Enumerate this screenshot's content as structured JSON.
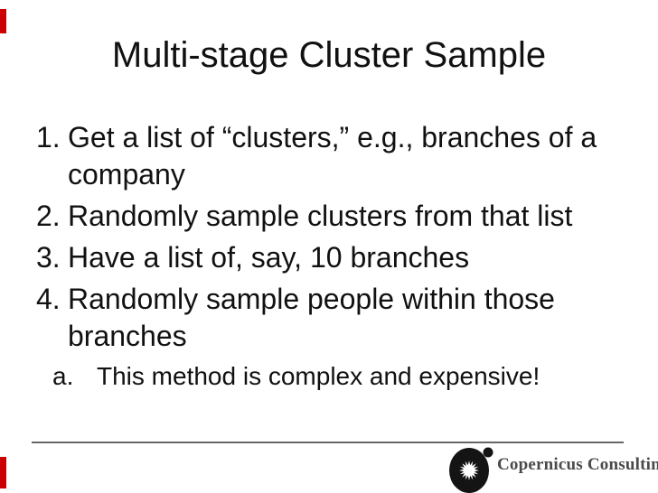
{
  "title": "Multi-stage Cluster Sample",
  "list": {
    "items": [
      {
        "number": "1.",
        "text": "Get a list of “clusters,” e.g., branches of a company"
      },
      {
        "number": "2.",
        "text": "Randomly sample clusters from that list"
      },
      {
        "number": "3.",
        "text": "Have a list of, say, 10 branches"
      },
      {
        "number": "4.",
        "text": "Randomly sample people within those branches"
      }
    ],
    "sub_items": [
      {
        "number": "a.",
        "text": "This method is complex and expensive!"
      }
    ]
  },
  "footer": {
    "brand_name": "Copernicus Consulting",
    "logo_icon": "sun-starburst-icon"
  },
  "colors": {
    "accent_red": "#cc0000",
    "divider_gray": "#666666",
    "text_black": "#111111",
    "brand_gray": "#4a4a4a"
  }
}
